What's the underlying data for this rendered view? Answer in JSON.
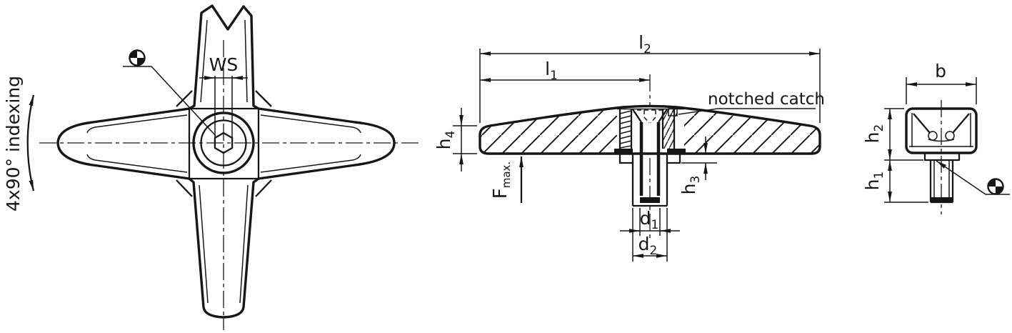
{
  "colors": {
    "line": "#161616",
    "background": "#ffffff"
  },
  "front_view": {
    "indexing_label": "4x90° indexing",
    "ws_label": "WS"
  },
  "section_view": {
    "l2": {
      "base": "l",
      "sub": "2"
    },
    "l1": {
      "base": "l",
      "sub": "1"
    },
    "h4": {
      "base": "h",
      "sub": "4"
    },
    "h3": {
      "base": "h",
      "sub": "3"
    },
    "d1": {
      "base": "d",
      "sub": "1"
    },
    "d2": {
      "base": "d",
      "sub": "2"
    },
    "f_max": {
      "base": "F",
      "sub": "max."
    },
    "notched_catch_label": "notched catch"
  },
  "side_view": {
    "b": {
      "base": "b",
      "sub": ""
    },
    "h2": {
      "base": "h",
      "sub": "2"
    },
    "h1": {
      "base": "h",
      "sub": "1"
    }
  },
  "icons": {
    "datum_target": "datum-target-symbol (circle with two filled opposite quadrants)"
  }
}
